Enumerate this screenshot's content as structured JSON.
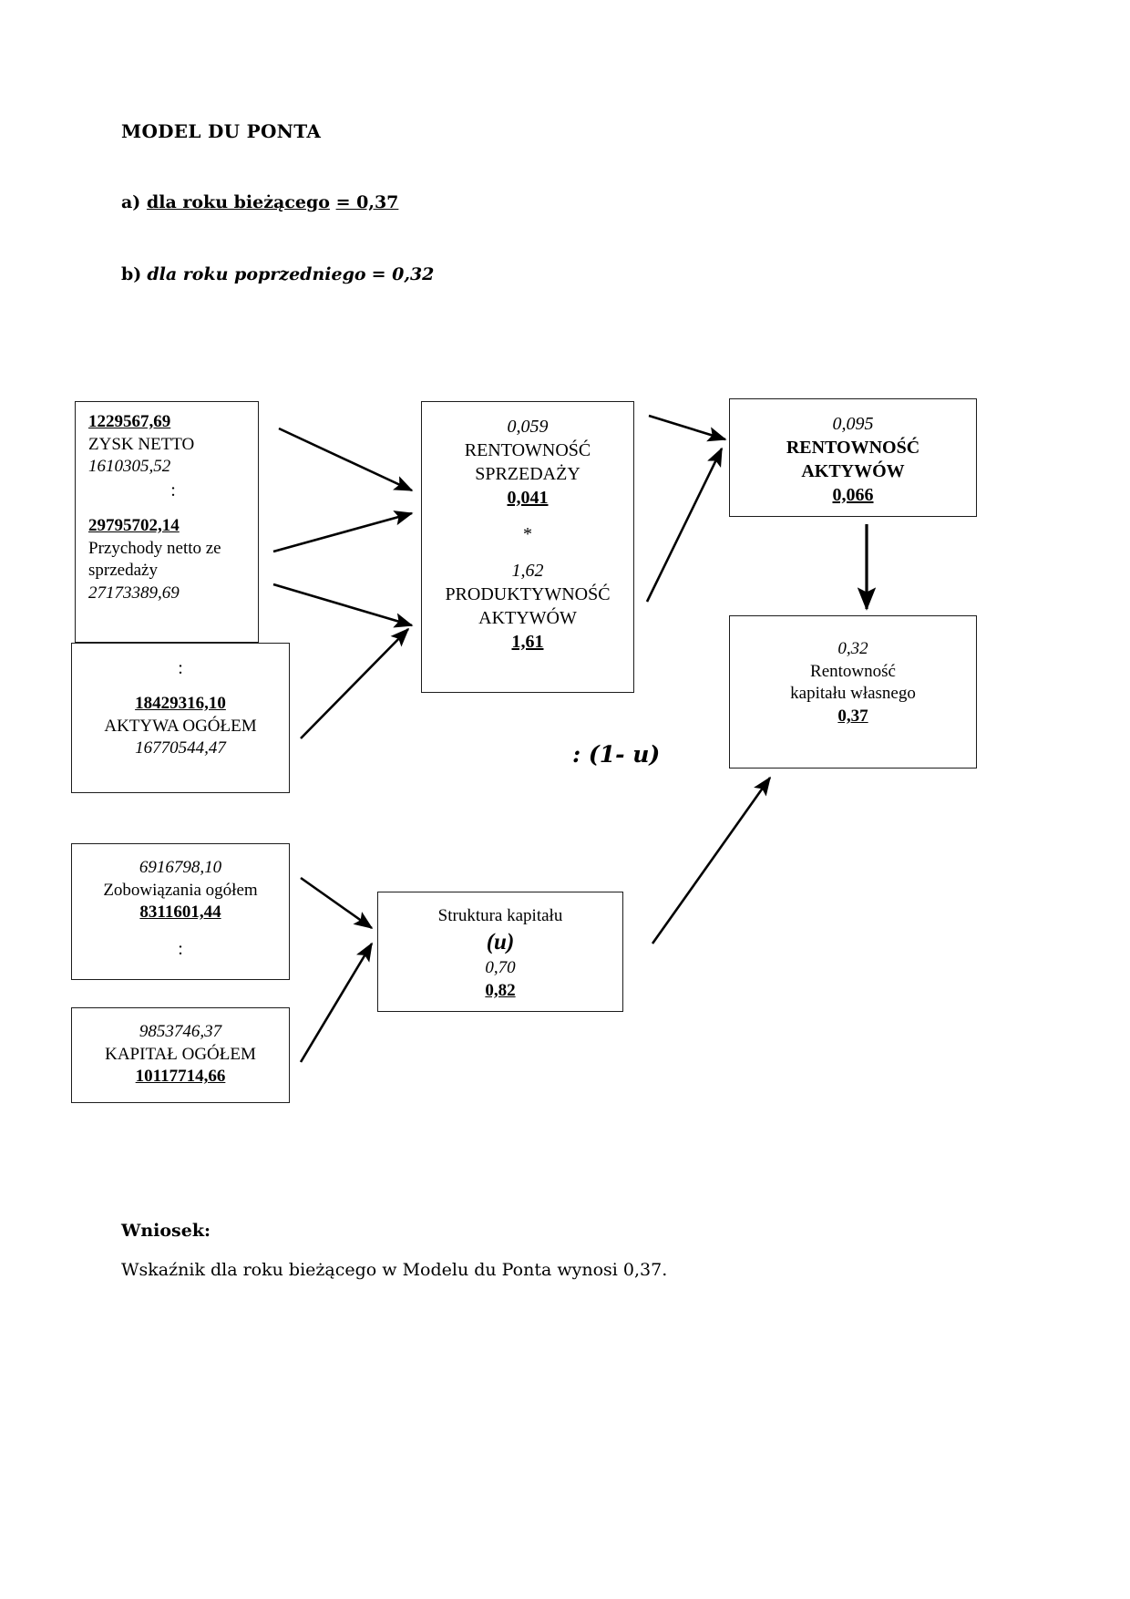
{
  "document": {
    "title": "MODEL DU PONTA",
    "line_a": {
      "marker": "a)",
      "label": "dla roku bieżącego",
      "value": "= 0,37"
    },
    "line_b": {
      "marker": "b)",
      "label": "dla roku poprzedniego",
      "value": "= 0,32"
    },
    "conclusion_title": "Wniosek:",
    "conclusion_text": "Wskaźnik dla roku bieżącego w Modelu du Ponta wynosi 0,37."
  },
  "diagram": {
    "divider_label": ": (1- u)",
    "multiply_symbol": "*",
    "colon_symbol": ":",
    "boxes": {
      "zysk_netto": {
        "value_prev": "1229567,69",
        "label": "ZYSK NETTO",
        "value_curr": "1610305,52",
        "separator": ":",
        "value2_prev": "29795702,14",
        "label2_line1": "Przychody netto ze",
        "label2_line2": "sprzedaży",
        "value2_curr": "27173389,69"
      },
      "aktywa_ogolem": {
        "separator": ":",
        "value_prev": "18429316,10",
        "label": "AKTYWA OGÓŁEM",
        "value_curr": "16770544,47"
      },
      "zobowiazania": {
        "value_prev": "6916798,10",
        "label": "Zobowiązania ogółem",
        "value_curr": "8311601,44",
        "separator": ":"
      },
      "kapital_ogolem": {
        "value_prev": "9853746,37",
        "label": "KAPITAŁ OGÓŁEM",
        "value_curr": "10117714,66"
      },
      "rentownosc_sprzedazy": {
        "value_prev": "0,059",
        "label_line1": "RENTOWNOŚĆ",
        "label_line2": "SPRZEDAŻY",
        "value_curr": "0,041",
        "operator": "*",
        "value2_prev": "1,62",
        "label2_line1": "PRODUKTYWNOŚĆ",
        "label2_line2": "AKTYWÓW",
        "value2_curr": "1,61"
      },
      "struktura_kapitalu": {
        "label": "Struktura kapitału",
        "symbol": "(u)",
        "value_prev": "0,70",
        "value_curr": "0,82"
      },
      "rentownosc_aktywow": {
        "value_prev": "0,095",
        "label_line1": "RENTOWNOŚĆ",
        "label_line2": "AKTYWÓW",
        "value_curr": "0,066"
      },
      "rentownosc_kapitalu": {
        "value_prev": "0,32",
        "label_line1": "Rentowność",
        "label_line2": "kapitału własnego",
        "value_curr": "0,37"
      }
    }
  },
  "colors": {
    "ink": "#000000",
    "border": "#1c1c1c",
    "page": "#ffffff"
  }
}
